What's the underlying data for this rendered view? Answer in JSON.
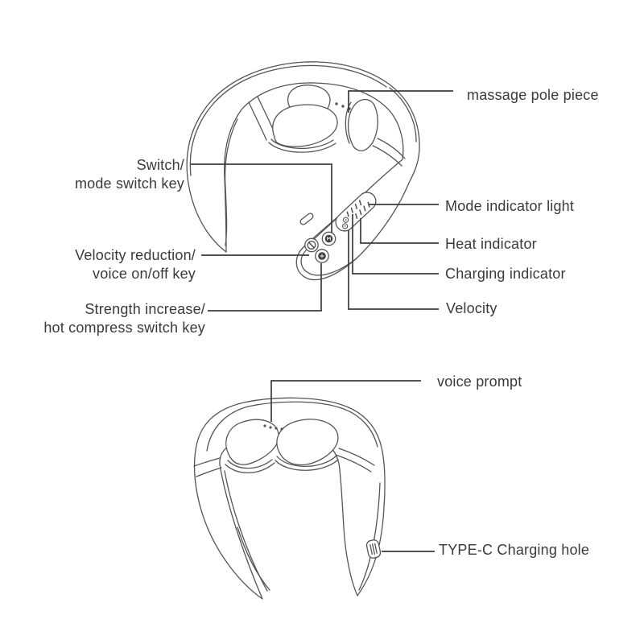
{
  "colors": {
    "background": "#ffffff",
    "text": "#3a3a3a",
    "leader_line": "#3c3c3c",
    "line_art": "#555555",
    "button_fill": "#3f3f3f"
  },
  "callouts": {
    "massage_pole_piece": {
      "text": "massage pole piece"
    },
    "switch_mode": {
      "lines": [
        "Switch/",
        "mode switch key"
      ]
    },
    "mode_indicator": {
      "text": "Mode indicator light"
    },
    "heat_indicator": {
      "text": "Heat indicator"
    },
    "velocity_reduction": {
      "lines": [
        "Velocity reduction/",
        "voice on/off key"
      ]
    },
    "charging_indicator": {
      "text": "Charging indicator"
    },
    "strength_increase": {
      "lines": [
        "Strength increase/",
        "hot compress switch key"
      ]
    },
    "velocity": {
      "text": "Velocity"
    },
    "voice_prompt": {
      "text": "voice prompt"
    },
    "type_c": {
      "text": "TYPE-C Charging hole"
    }
  }
}
